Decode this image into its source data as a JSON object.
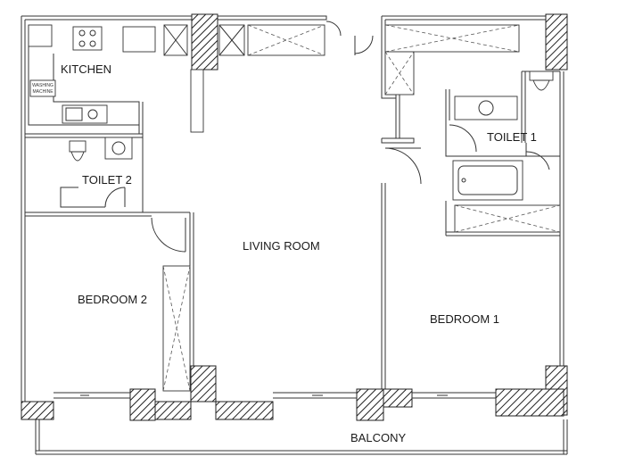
{
  "rooms": {
    "kitchen": "KITCHEN",
    "living_room": "LIVING ROOM",
    "bedroom_1": "BEDROOM 1",
    "bedroom_2": "BEDROOM 2",
    "toilet_1": "TOILET 1",
    "toilet_2": "TOILET 2",
    "balcony": "BALCONY"
  },
  "appliances": {
    "washing_machine_line1": "WASHING",
    "washing_machine_line2": "MACHINE"
  }
}
